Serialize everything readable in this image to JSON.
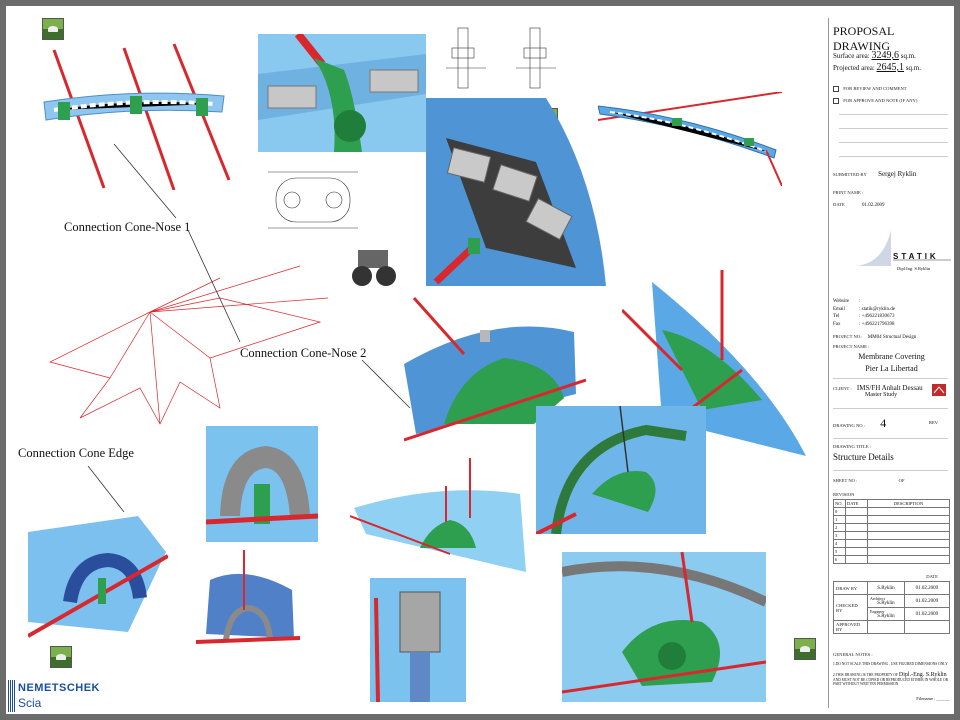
{
  "callouts": {
    "cone_nose_1": "Connection Cone-Nose  1",
    "cone_nose_2": "Connection Cone-Nose  2",
    "cone_edge": "Connection Cone Edge"
  },
  "logo": {
    "brand": "NEMETSCHEK",
    "product": "Scia"
  },
  "title_block": {
    "heading": "PROPOSAL DRAWING",
    "surface_label": "Surface area:",
    "surface_value": "3249,6",
    "surface_unit": "sq.m.",
    "projected_label": "Projected area:",
    "projected_value": "2645,1",
    "projected_unit": "sq.m.",
    "check_review": "FOR REVIEW AND COMMENT",
    "check_approve": "FOR APPROVE AND NOTE (IF ANY)",
    "submitted_label": "SUBMITTED BY",
    "submitted_value": "Sergej Ryklin",
    "print_label": "PRINT NAME :",
    "date_label": "DATE",
    "date_value": "01.02.2009",
    "statik_word": "STATIK",
    "statik_sub": "Dipl.Ing. S.Ryklin",
    "website_label": "Website",
    "email_label": "Email",
    "email_value": "statik@ryklin.de",
    "tel_label": "Tel",
    "tel_value": "+496221830673",
    "fax_label": "Fax",
    "fax_value": "+496221796398",
    "project_no_label": "PROJECT NO.:",
    "project_no_value": "MM04 Structual Design",
    "project_name_label": "PROJECT NAME :",
    "project_name_1": "Membrane Covering",
    "project_name_2": "Pier La Libertad",
    "client_label": "CLIENT :",
    "client_1": "IMS/FH Anhalt Dessau",
    "client_2": "Master Study",
    "drawing_no_label": "DRAWING NO :",
    "drawing_no_value": "4",
    "rev_label": "REV",
    "drawing_title_label": "DRAWING TITLE :",
    "drawing_title_value": "Structure Details",
    "sheet_no_label": "SHEET NO :",
    "of_label": "OF",
    "revision_label": "REVISION",
    "revision_headers": [
      "NO.",
      "DATE",
      "DESCRIPTION"
    ],
    "revision_rows": [
      "0",
      "1",
      "2",
      "3",
      "4",
      "5",
      "6"
    ],
    "date_col": "DATE",
    "drawn_by_label": "DRAW BY",
    "drawn_by_value": "S.Ryklin",
    "drawn_date": "01.02.2009",
    "checked_label": "CHECKED BY",
    "architect_label": "Architect",
    "architect_value": "S.Ryklin",
    "architect_date": "01.02.2009",
    "engineer_label": "Engineer",
    "engineer_value": "S.Ryklin",
    "engineer_date": "01.02.2009",
    "approved_label": "APPROVED BY",
    "notes_label": "GENERAL NOTES :",
    "note_1": "1.DO NOT SCALE THIS DRAWING . USE FIGURED DIMENSIONS ONLY",
    "note_2a": "2.THIS DRAWING IS THE PROPERTY OF",
    "note_2_owner": "Dipl.-Eng. S.Ryklin",
    "note_2b": "AND MUST NOT BE COPIED OR REPRODUCED EITHER IN WHOLE OR PART WITHOUT WRITTEN PERMISSION",
    "filename_label": "Filename : ______"
  },
  "colors": {
    "membrane": "#5aa9e6",
    "cable": "#d9272e",
    "joint": "#2e9e4f",
    "plate": "#b8b8b8"
  }
}
